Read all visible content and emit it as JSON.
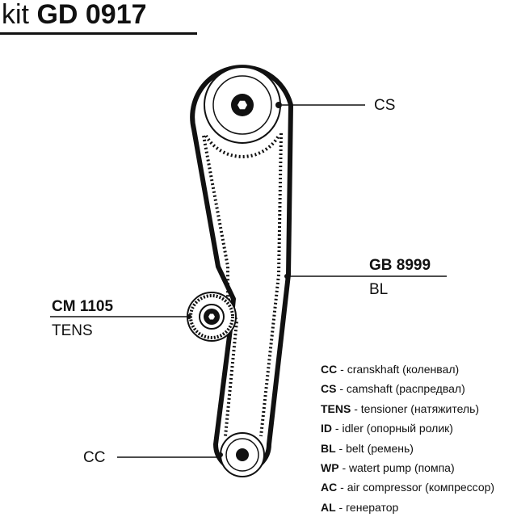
{
  "header": {
    "title_prefix": "kit",
    "title_code": "GD 0917"
  },
  "parts": {
    "camshaft": {
      "code": "CS"
    },
    "belt": {
      "part_number": "GB 8999",
      "code": "BL"
    },
    "tensioner": {
      "part_number": "CM 1105",
      "code": "TENS"
    },
    "crankshaft": {
      "code": "CC"
    }
  },
  "legend": [
    {
      "abbr": "CC",
      "desc": "cranskhaft (коленвал)"
    },
    {
      "abbr": "CS",
      "desc": "camshaft (распредвал)"
    },
    {
      "abbr": "TENS",
      "desc": "tensioner (натяжитель)"
    },
    {
      "abbr": "ID",
      "desc": "idler (опорный ролик)"
    },
    {
      "abbr": "BL",
      "desc": "belt (ремень)"
    },
    {
      "abbr": "WP",
      "desc": "watert pump (помпа)"
    },
    {
      "abbr": "AC",
      "desc": "air compressor (компрессор)"
    },
    {
      "abbr": "AL",
      "desc": "генератор"
    }
  ],
  "legend_separator": " - "
}
